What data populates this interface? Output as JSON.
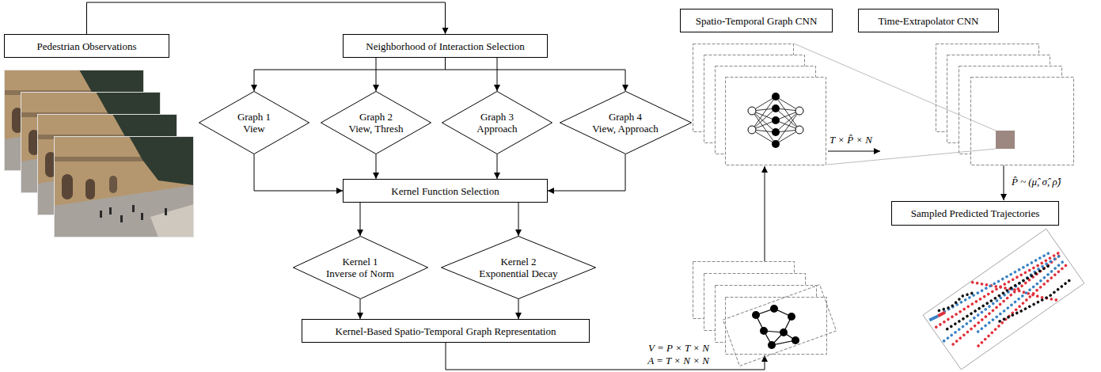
{
  "diagram": {
    "nodes": [
      {
        "text": [
          "Pedestrian Observations"
        ]
      },
      {
        "text": [
          "Neighborhood of Interaction Selection"
        ]
      },
      {
        "text": [
          "Graph 1",
          "View"
        ]
      },
      {
        "text": [
          "Graph 2",
          "View, Thresh"
        ]
      },
      {
        "text": [
          "Graph 3",
          "Approach"
        ]
      },
      {
        "text": [
          "Graph 4",
          "View, Approach"
        ]
      },
      {
        "text": [
          "Kernel Function Selection"
        ]
      },
      {
        "text": [
          "Kernel 1",
          "Inverse of Norm"
        ]
      },
      {
        "text": [
          "Kernel 2",
          "Exponential Decay"
        ]
      },
      {
        "text": [
          "Kernel-Based Spatio-Temporal Graph Representation"
        ]
      },
      {
        "text": [
          "Spatio-Temporal Graph CNN"
        ]
      },
      {
        "text": [
          "Time-Extrapolator CNN"
        ]
      },
      {
        "text": [
          "Sampled Predicted Trajectories"
        ]
      }
    ],
    "edges": [
      {
        "from": 0,
        "to": 1,
        "arrow": "to"
      },
      {
        "from": 1,
        "to": 2,
        "arrow": "to"
      },
      {
        "from": 1,
        "to": 3,
        "arrow": "to"
      },
      {
        "from": 1,
        "to": 4,
        "arrow": "to"
      },
      {
        "from": 1,
        "to": 5,
        "arrow": "to"
      },
      {
        "from": 2,
        "to": 6,
        "arrow": "to"
      },
      {
        "from": 3,
        "to": 6,
        "arrow": "to"
      },
      {
        "from": 4,
        "to": 6,
        "arrow": "to"
      },
      {
        "from": 5,
        "to": 6,
        "arrow": "to"
      },
      {
        "from": 6,
        "to": 7,
        "arrow": "to"
      },
      {
        "from": 6,
        "to": 8,
        "arrow": "to"
      },
      {
        "from": 7,
        "to": 9,
        "arrow": "to"
      },
      {
        "from": 8,
        "to": 9,
        "arrow": "to"
      }
    ],
    "labels": [
      "V = P × T × N",
      "A = T × N × N",
      "T × P̂ × N",
      "P̂ ~ (μ̂, σ̂, ρ̂)"
    ]
  }
}
